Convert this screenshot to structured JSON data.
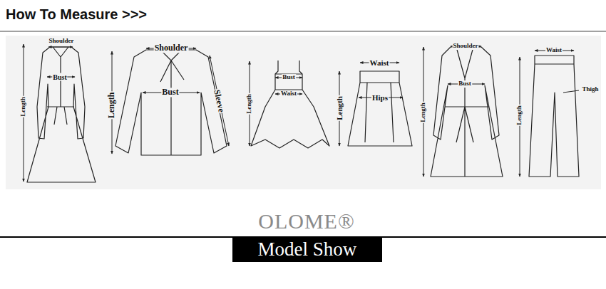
{
  "diagram": {
    "title": "How To Measure >>>",
    "nodes": [
      {
        "text": [
          "Model Show"
        ]
      }
    ],
    "labels": [
      "Shoulder",
      "Bust",
      "Length",
      "Shoulder",
      "Length",
      "Bust",
      "Sleeve",
      "Bust",
      "Waist",
      "Length",
      "Waist",
      "Length",
      "Hips",
      "Shoulder",
      "Bust",
      "Length",
      "Waist",
      "Length",
      "Thigh",
      "OLOME®"
    ]
  }
}
